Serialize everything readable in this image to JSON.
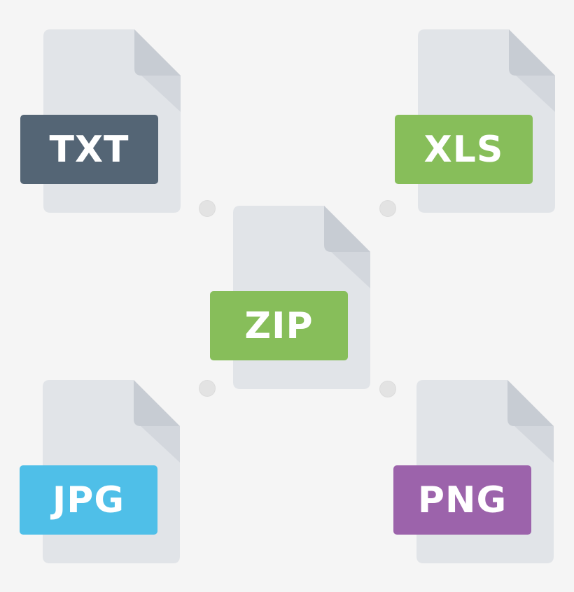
{
  "files": [
    {
      "id": "txt",
      "label": "TXT",
      "color": "#546575"
    },
    {
      "id": "xls",
      "label": "XLS",
      "color": "#87be5a"
    },
    {
      "id": "zip",
      "label": "ZIP",
      "color": "#87be5a"
    },
    {
      "id": "jpg",
      "label": "JPG",
      "color": "#4fbfe8"
    },
    {
      "id": "png",
      "label": "PNG",
      "color": "#9c63ab"
    }
  ],
  "colors": {
    "background": "#f5f5f5",
    "page": "#e1e4e8",
    "fold": "#c7ccd3",
    "fold_shadow": "#d3d7dd",
    "connector": "#e3e3e3"
  },
  "icons": [
    "file-icon",
    "file-icon",
    "file-icon",
    "file-icon",
    "file-icon"
  ]
}
